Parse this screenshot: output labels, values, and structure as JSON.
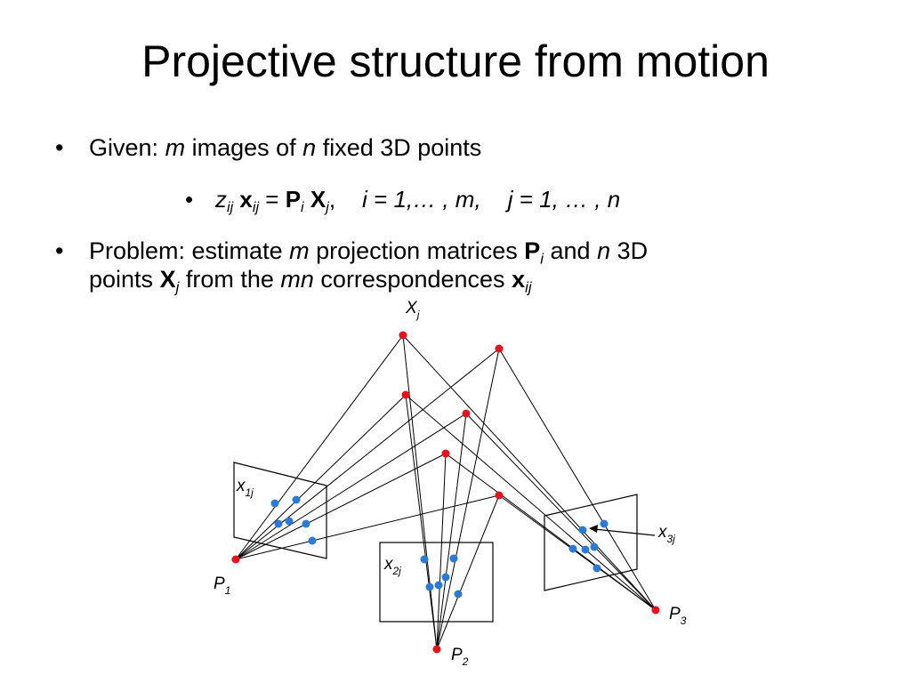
{
  "slide": {
    "title": "Projective structure from motion",
    "bullet1": {
      "prefix": "Given:",
      "m": "m",
      "mid": "images of",
      "n": "n",
      "suffix": "fixed 3D points"
    },
    "equation": {
      "z": "z",
      "z_sub": "ij",
      "x": "x",
      "x_sub": "ij",
      "eq": "=",
      "P": "P",
      "P_sub": "i",
      "X": "X",
      "X_sub": "j",
      "comma": ",",
      "i_range": "i = 1,… , m,",
      "j_range": "j = 1, … , n"
    },
    "bullet2": {
      "prefix": "Problem: estimate",
      "m": "m",
      "mid1": "projection matrices",
      "P": "P",
      "P_sub": "i",
      "mid2": "and",
      "n": "n",
      "mid3": "3D",
      "line2_prefix": "points",
      "X": "X",
      "X_sub": "j",
      "mid4": "from the",
      "mn": "mn",
      "mid5": "correspondences",
      "x": "x",
      "x_sub": "ij"
    }
  },
  "diagram": {
    "labels": {
      "Xj": "X",
      "Xj_sub": "j",
      "x1j": "x",
      "x1j_sub": "1j",
      "x2j": "x",
      "x2j_sub": "2j",
      "x3j": "x",
      "x3j_sub": "3j",
      "P1": "P",
      "P1_sub": "1",
      "P2": "P",
      "P2_sub": "2",
      "P3": "P",
      "P3_sub": "3"
    },
    "colors": {
      "world_point": "#e8101a",
      "image_point": "#2a7ad6",
      "line": "#000000"
    }
  }
}
